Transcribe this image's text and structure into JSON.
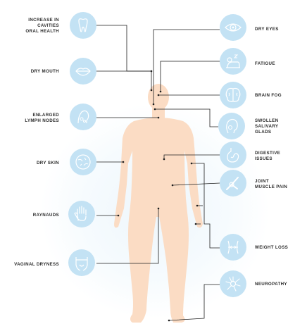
{
  "symptoms_left": [
    {
      "key": "cavities",
      "label": "INCREASE IN\nCAVITIES\nORAL HEALTH",
      "icon": "tooth-icon"
    },
    {
      "key": "dry_mouth",
      "label": "DRY MOUTH",
      "icon": "lips-icon"
    },
    {
      "key": "lymph",
      "label": "ENLARGED\nLYMPH NODES",
      "icon": "neck-glands-icon"
    },
    {
      "key": "dry_skin",
      "label": "DRY SKIN",
      "icon": "skin-cells-icon"
    },
    {
      "key": "raynauds",
      "label": "RAYNAUDS",
      "icon": "hand-icon"
    },
    {
      "key": "vaginal",
      "label": "VAGINAL DRYNESS",
      "icon": "pelvis-icon"
    }
  ],
  "symptoms_right": [
    {
      "key": "dry_eyes",
      "label": "DRY EYES",
      "icon": "eye-icon"
    },
    {
      "key": "fatigue",
      "label": "FATIGUE",
      "icon": "sleeping-person-icon"
    },
    {
      "key": "brain_fog",
      "label": "BRAIN FOG",
      "icon": "brain-icon"
    },
    {
      "key": "salivary",
      "label": "SWOLLEN\nSALIVARY\nGLADS",
      "icon": "face-glands-icon"
    },
    {
      "key": "digestive",
      "label": "DIGESTIVE\nISSUES",
      "icon": "stomach-icon"
    },
    {
      "key": "joint",
      "label": "JOINT\nMUSCLE PAIN",
      "icon": "joint-icon"
    },
    {
      "key": "weight",
      "label": "WEIGHT LOSS",
      "icon": "waist-icon"
    },
    {
      "key": "neuropathy",
      "label": "NEUROPATHY",
      "icon": "neuron-icon"
    }
  ],
  "colors": {
    "circle": "#c3e2f4",
    "icon_stroke": "#ffffff",
    "body": "#fbdcc4",
    "line": "#1f1f1f",
    "text": "#2b2b2b"
  }
}
